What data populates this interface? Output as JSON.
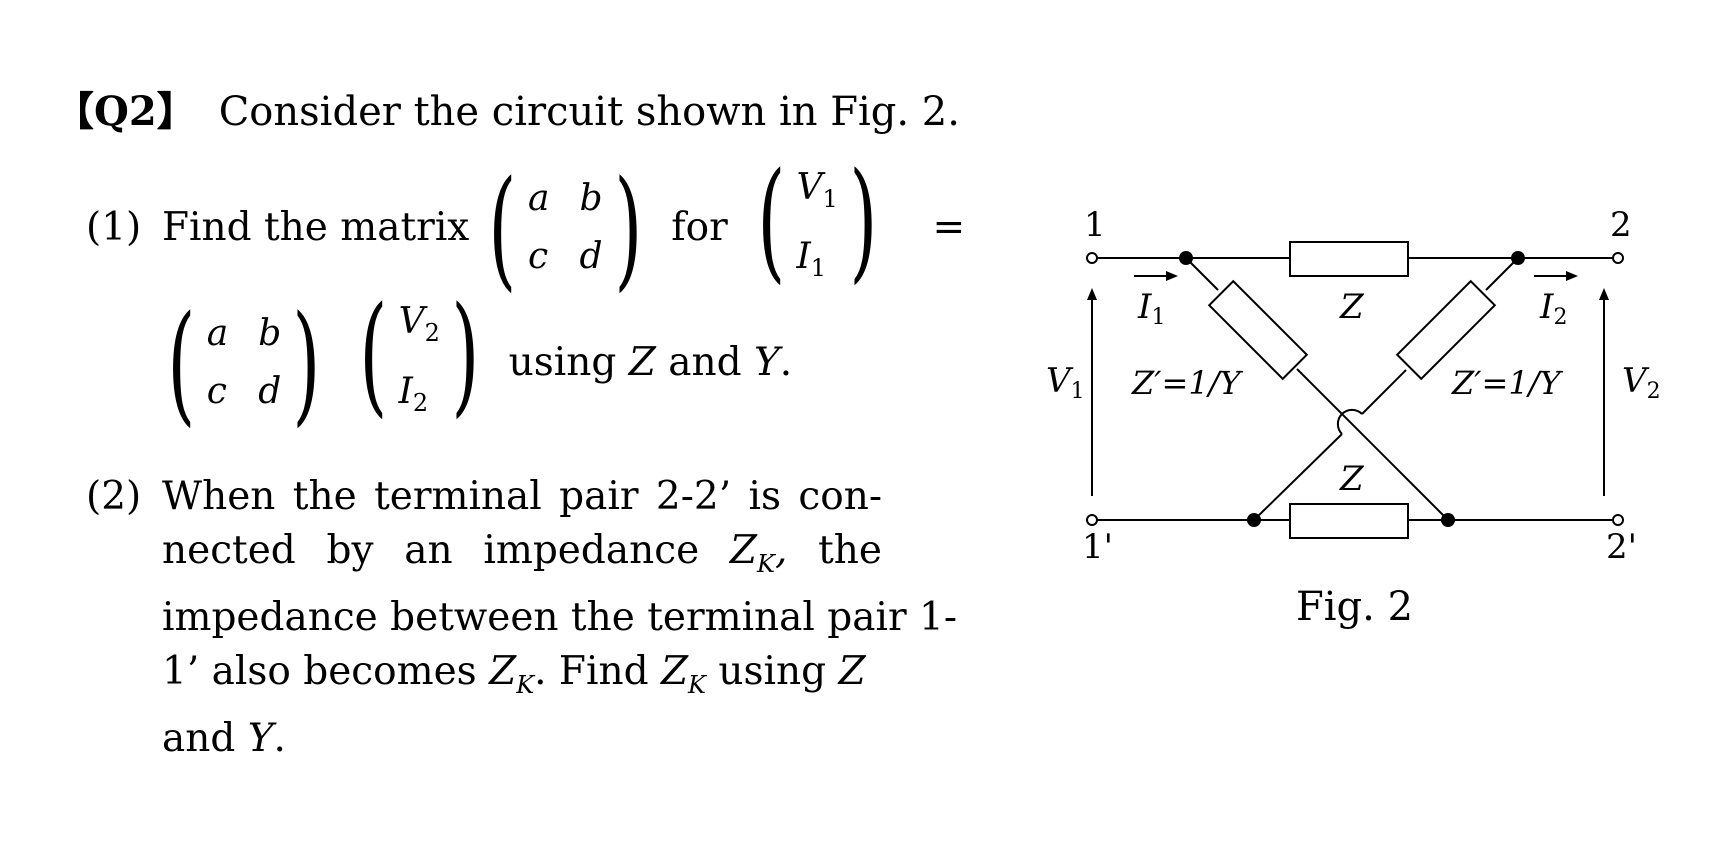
{
  "heading": {
    "tag": "【Q2】",
    "text": "Consider the circuit shown in Fig. 2."
  },
  "q1": {
    "number": "(1)",
    "lead": "Find the matrix",
    "matrix": [
      "a",
      "b",
      "c",
      "d"
    ],
    "for": "for",
    "equals": "=",
    "lhs_vector": [
      "V",
      "1",
      "I",
      "1"
    ],
    "rhs_vector": [
      "V",
      "2",
      "I",
      "2"
    ],
    "tail_using": "using",
    "tail_Z": "Z",
    "tail_and": "and",
    "tail_Y": "Y",
    "tail_end": "."
  },
  "q2": {
    "number": "(2)",
    "lines": [
      [
        "When",
        "the",
        "terminal",
        "pair",
        "2-2’",
        "is",
        "con-"
      ],
      [
        "nected",
        "by",
        "an",
        "impedance",
        "Z_K,",
        "the"
      ],
      [
        "impedance between the terminal pair 1-"
      ],
      [
        "1’ also becomes Z_K. Find Z_K using Z"
      ],
      [
        "and Y."
      ]
    ]
  },
  "figure": {
    "caption": "Fig. 2",
    "terminals": {
      "t1": "1",
      "t1p": "1'",
      "t2": "2",
      "t2p": "2'"
    },
    "labels": {
      "I1": "I",
      "I1_sub": "1",
      "I2": "I",
      "I2_sub": "2",
      "V1": "V",
      "V1_sub": "1",
      "V2": "V",
      "V2_sub": "2",
      "Z_top": "Z",
      "Z_bottom": "Z",
      "Zp_left": "Z′=1/Y",
      "Zp_right": "Z′=1/Y"
    }
  }
}
